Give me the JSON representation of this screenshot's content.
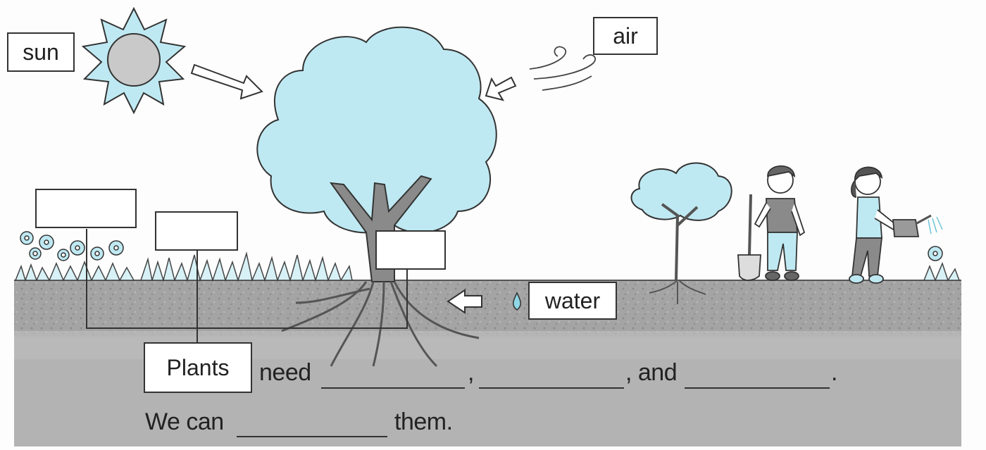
{
  "labels": {
    "sun": "sun",
    "air": "air",
    "water": "water",
    "plants": "Plants"
  },
  "sentence1": {
    "need": "need",
    "comma1": ",",
    "comma2": ", and",
    "period": "."
  },
  "sentence2": {
    "we_can": "We can",
    "them": "them."
  },
  "colors": {
    "light_blue": "#bfe9f2",
    "outline": "#333333",
    "soil": "#9a9a9a"
  },
  "icons": [
    "sun-icon",
    "wind-icon",
    "tree-icon",
    "flower-icon",
    "water-drop-icon",
    "arrow-icon",
    "boy-with-shovel-icon",
    "girl-with-watering-can-icon",
    "sapling-icon",
    "grass-icon"
  ]
}
